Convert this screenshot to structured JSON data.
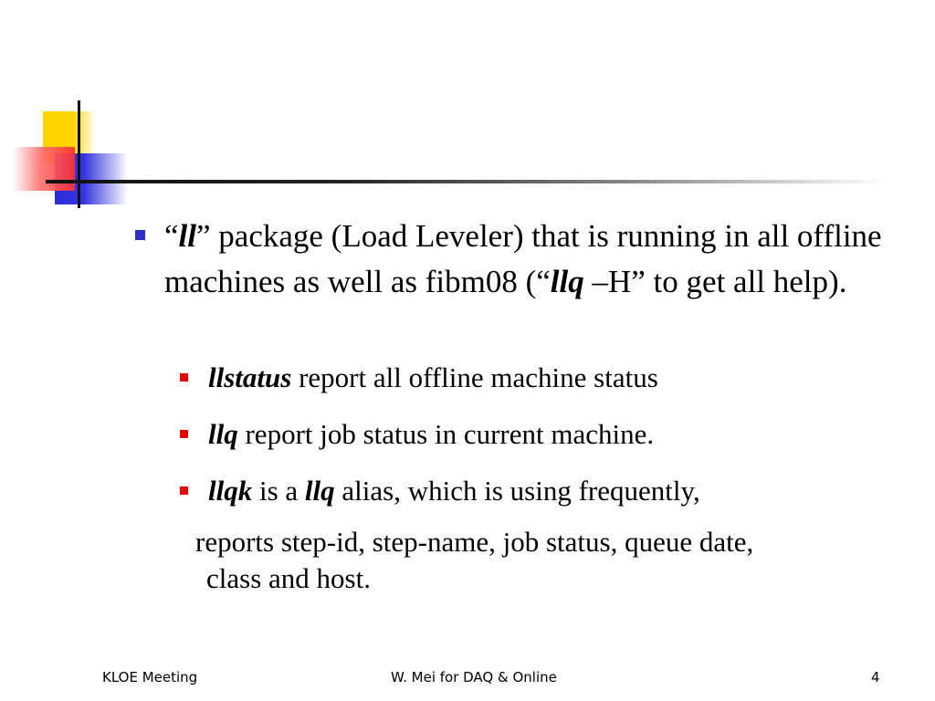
{
  "slide": {
    "bullet1": {
      "open_quote": "“",
      "cmd_ll": "ll",
      "close_quote_rest": "” package (Load Leveler) that is running in all offline machines as well as fibm08 (“",
      "cmd_llq": "llq",
      "tail": " –H” to get all help)."
    },
    "sub1": {
      "cmd": "llstatus",
      "text": " report all offline machine status"
    },
    "sub2": {
      "cmd": "llq",
      "text": " report job status in current machine."
    },
    "sub3": {
      "cmd": "llqk",
      "mid": " is a ",
      "cmd2": "llq",
      "text": " alias, which is using frequently,"
    },
    "continuation": {
      "line1": "reports step-id, step-name, job status, queue date,",
      "line2": "class and host."
    }
  },
  "footer": {
    "left": "KLOE Meeting",
    "center": "W. Mei for DAQ & Online",
    "page": "4"
  },
  "colors": {
    "bullet_level1": "#2e2ec8",
    "bullet_level2": "#e00000",
    "deco_yellow": "#ffd400",
    "deco_blue": "#2b2bd9",
    "deco_red": "#ff3030"
  }
}
